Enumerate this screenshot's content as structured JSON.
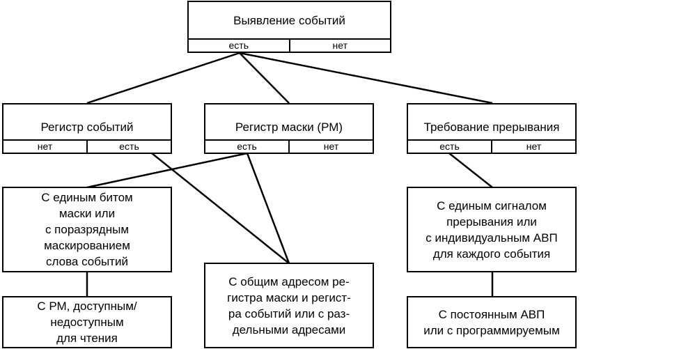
{
  "diagram": {
    "root": {
      "title": "Выявление событий",
      "yes": "есть",
      "no": "нет"
    },
    "event_register": {
      "title": "Регистр событий",
      "no": "нет",
      "yes": "есть"
    },
    "mask_register": {
      "title": "Регистр маски (РМ)",
      "yes": "есть",
      "no": "нет"
    },
    "interrupt_request": {
      "title": "Требование прерывания",
      "yes": "есть",
      "no": "нет"
    },
    "single_mask_bit": "С единым битом\nмаски или\nс поразрядным\nмаскированием\nслова событий",
    "rm_access": "С РМ, доступным/\nнедоступным\nдля чтения",
    "common_address": "С общим адресом  ре-\nгистра маски и регист-\nра событий или с раз-\nдельными адресами",
    "single_signal": "С единым сигналом\nпрерывания или\nс индивидуальным АВП\nдля каждого события",
    "constant_avp": "С постоянным АВП\nили с программируемым"
  }
}
